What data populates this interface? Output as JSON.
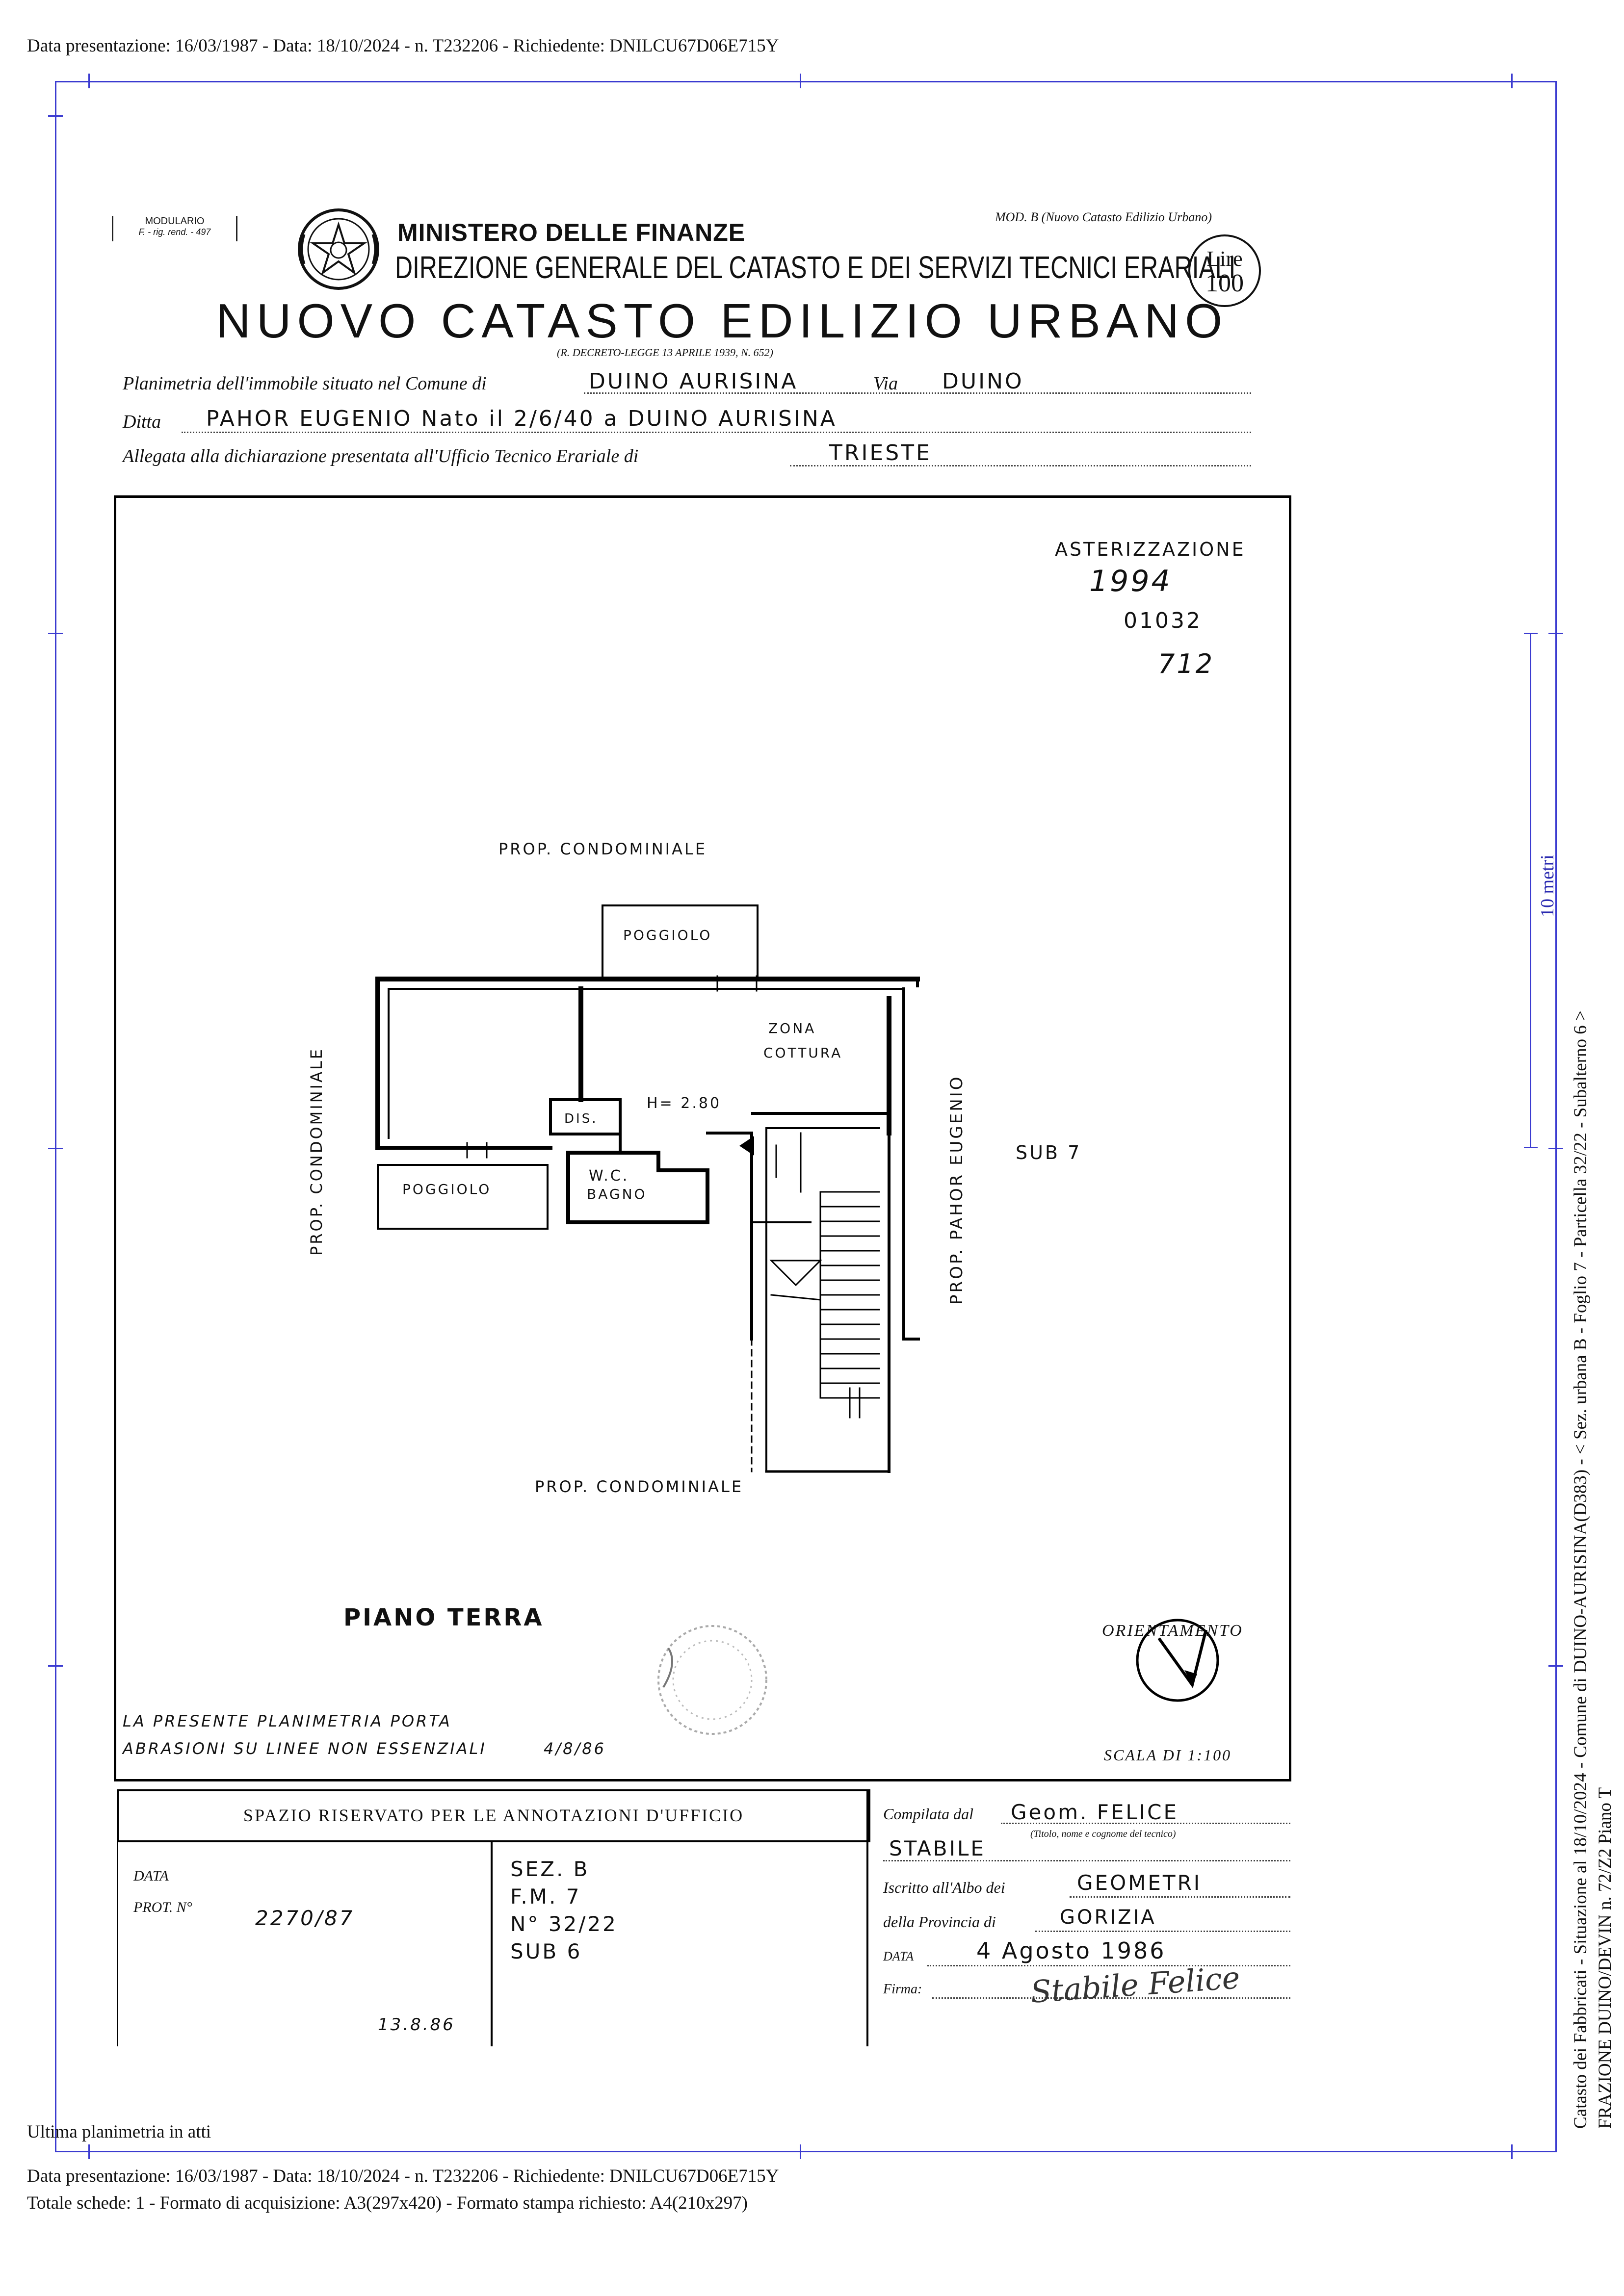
{
  "header_line": "Data presentazione: 16/03/1987 - Data: 18/10/2024 - n. T232206 - Richiedente: DNILCU67D06E715Y",
  "footer": {
    "last_plan": "Ultima planimetria in atti",
    "line1": "Data presentazione: 16/03/1987 - Data: 18/10/2024 - n. T232206 - Richiedente: DNILCU67D06E715Y",
    "line2": "Totale schede: 1 - Formato di acquisizione: A3(297x420)  - Formato stampa richiesto: A4(210x297)"
  },
  "side": {
    "line1": "Catasto dei Fabbricati - Situazione al 18/10/2024 - Comune di DUINO-AURISINA(D383) - < Sez. urbana B -  Foglio 7 - Particella  32/22 - Subalterno 6 >",
    "line2": "FRAZIONE DUINO/DEVIN n. 72/Z2 Piano T",
    "scale_label": "10 metri"
  },
  "form": {
    "modulario": "MODULARIO",
    "modulario_code": "F. - rig. rend. - 497",
    "mod_b": "MOD. B (Nuovo Catasto Edilizio Urbano)",
    "ministry": "MINISTERO DELLE FINANZE",
    "direction": "DIREZIONE GENERALE DEL CATASTO E DEI SERVIZI TECNICI ERARIALI",
    "title": "NUOVO CATASTO EDILIZIO URBANO",
    "decree": "(R. DECRETO-LEGGE 13 APRILE 1939, N. 652)",
    "lire_label": "Lire",
    "lire_value": "100",
    "planimetria_label": "Planimetria dell'immobile situato nel Comune di",
    "comune": "DUINO AURISINA",
    "via_label": "Via",
    "via": "DUINO",
    "ditta_label": "Ditta",
    "ditta": "PAHOR EUGENIO Nato il 2/6/40 a DUINO AURISINA",
    "allegata_label": "Allegata alla dichiarazione presentata all'Ufficio Tecnico Erariale di",
    "ufficio": "TRIESTE"
  },
  "plan": {
    "stamp_title": "ASTERIZZAZIONE",
    "stamp_year": "1994",
    "stamp_code": "01032",
    "stamp_num": "712",
    "prop_top": "PROP. CONDOMINIALE",
    "prop_bottom": "PROP. CONDOMINIALE",
    "prop_left": "PROP. CONDOMINIALE",
    "prop_right": "PROP. PAHOR EUGENIO",
    "sub7": "SUB 7",
    "poggiolo_top": "POGGIOLO",
    "poggiolo_left": "POGGIOLO",
    "zona": "ZONA",
    "cottura": "COTTURA",
    "dis": "DIS.",
    "height": "H= 2.80",
    "wc": "W.C.",
    "bagno": "BAGNO",
    "floor_label": "PIANO TERRA",
    "orientamento": "ORIENTAMENTO",
    "scala": "SCALA DI 1:100",
    "note1": "LA PRESENTE PLANIMETRIA PORTA",
    "note2": "ABRASIONI SU LINEE NON ESSENZIALI",
    "note_date": "4/8/86"
  },
  "office": {
    "reserved_title": "SPAZIO RISERVATO PER LE ANNOTAZIONI D'UFFICIO",
    "data_label": "DATA",
    "prot_label": "PROT. N°",
    "prot_value": "2270/87",
    "sez": "SEZ. B",
    "fm": "F.M. 7",
    "num": "N° 32/22",
    "sub": "SUB 6",
    "bottom_date": "13.8.86",
    "compilata_label": "Compilata dal",
    "compilata_value": "Geom. FELICE",
    "stabile": "STABILE",
    "titolo_note": "(Titolo, nome e cognome del tecnico)",
    "iscritto_label": "Iscritto all'Albo dei",
    "iscritto_value": "GEOMETRI",
    "provincia_label": "della Provincia di",
    "provincia_value": "GORIZIA",
    "data_label2": "DATA",
    "data_value": "4 Agosto 1986",
    "firma_label": "Firma:",
    "signature": "Stabile Felice"
  }
}
